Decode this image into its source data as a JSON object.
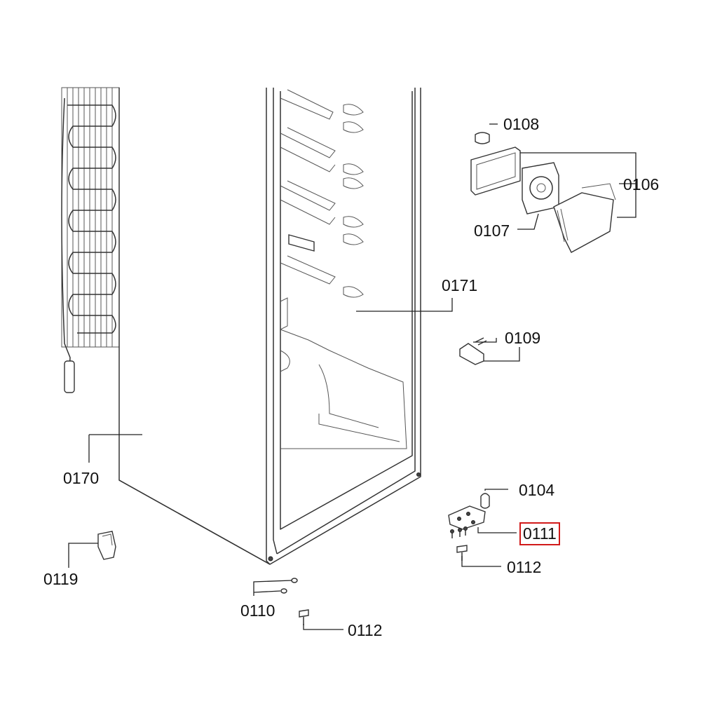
{
  "parts": {
    "p0108": "0108",
    "p0106": "0106",
    "p0107": "0107",
    "p0171": "0171",
    "p0109": "0109",
    "p0170": "0170",
    "p0104": "0104",
    "p0111": "0111",
    "p0112_right": "0112",
    "p0119": "0119",
    "p0110": "0110",
    "p0112_bottom": "0112"
  },
  "highlight": {
    "part": "0111",
    "color": "#d11a1a"
  }
}
